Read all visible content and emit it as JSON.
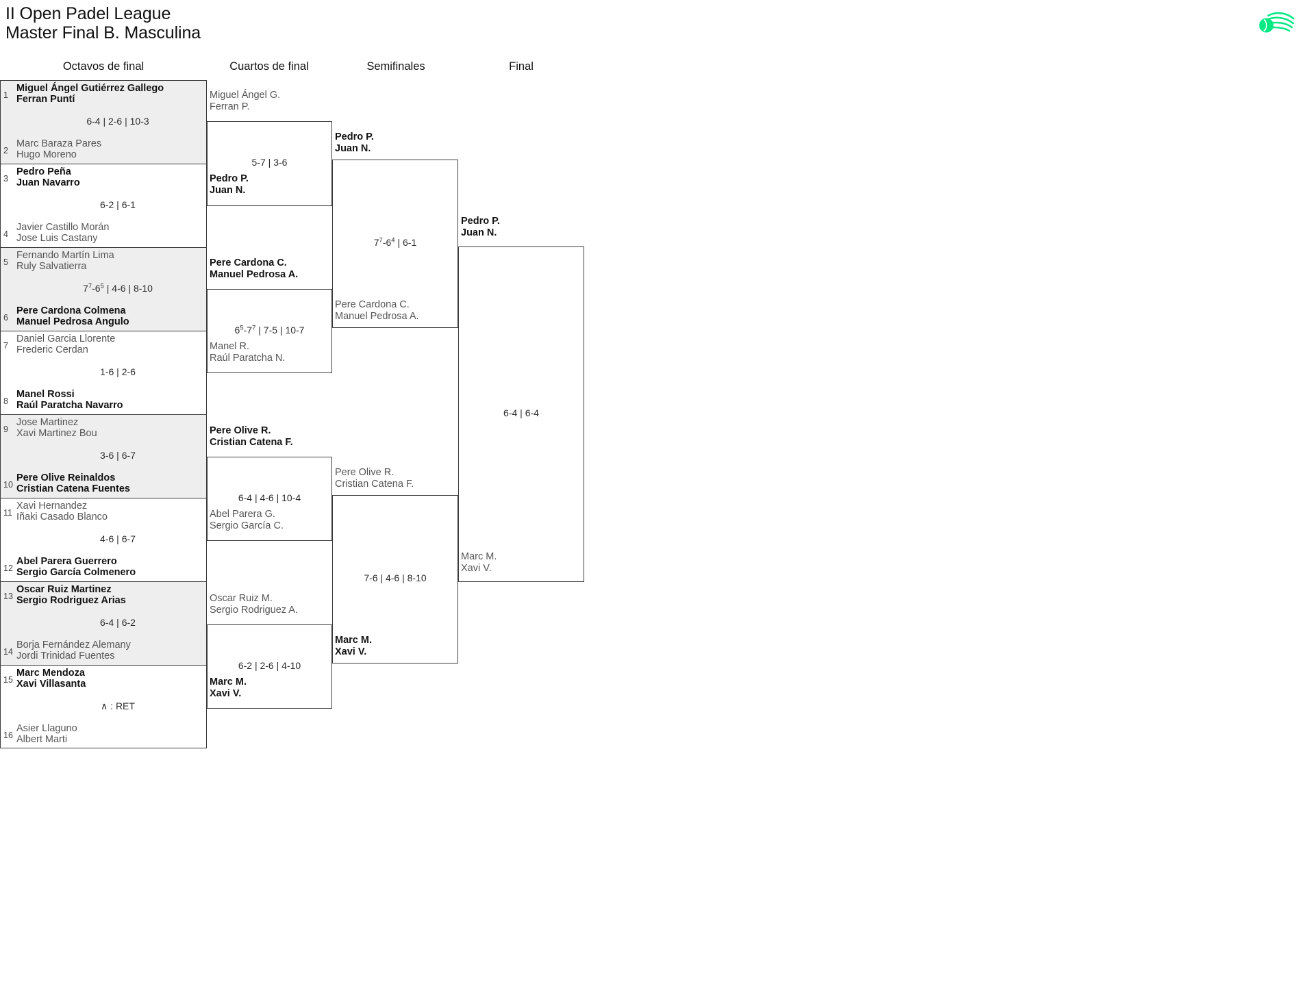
{
  "header": {
    "title_line1": "II Open Padel League",
    "title_line2": "Master Final B. Masculina",
    "logo_name": "padel-ball-logo",
    "logo_color": "#00E983"
  },
  "rounds": [
    {
      "label": "Octavos de final"
    },
    {
      "label": "Cuartos de final"
    },
    {
      "label": "Semifinales"
    },
    {
      "label": "Final"
    }
  ],
  "octavos": [
    {
      "seed_top": "1",
      "seed_bottom": "2",
      "top": {
        "p1": "Miguel Ángel Gutiérrez Gallego",
        "p2": "Ferran Puntí",
        "winner": true
      },
      "bottom": {
        "p1": "Marc Baraza Pares",
        "p2": "Hugo Moreno",
        "winner": false
      },
      "score": "6-4 | 2-6 | 10-3",
      "shaded": true
    },
    {
      "seed_top": "3",
      "seed_bottom": "4",
      "top": {
        "p1": "Pedro Peña",
        "p2": "Juan Navarro",
        "winner": true
      },
      "bottom": {
        "p1": "Javier Castillo Morán",
        "p2": "Jose Luis Castany",
        "winner": false
      },
      "score": "6-2 | 6-1",
      "shaded": false
    },
    {
      "seed_top": "5",
      "seed_bottom": "6",
      "top": {
        "p1": "Fernando Martín Lima",
        "p2": "Ruly Salvatierra",
        "winner": false
      },
      "bottom": {
        "p1": "Pere Cardona Colmena",
        "p2": "Manuel Pedrosa Angulo",
        "winner": true
      },
      "score": "7<sup>7</sup>-6<sup>5</sup> | 4-6 | 8-10",
      "shaded": true
    },
    {
      "seed_top": "7",
      "seed_bottom": "8",
      "top": {
        "p1": "Daniel Garcia Llorente",
        "p2": "Frederic Cerdan",
        "winner": false
      },
      "bottom": {
        "p1": "Manel Rossi",
        "p2": "Raúl Paratcha Navarro",
        "winner": true
      },
      "score": "1-6 | 2-6",
      "shaded": false
    },
    {
      "seed_top": "9",
      "seed_bottom": "10",
      "top": {
        "p1": "Jose Martinez",
        "p2": "Xavi Martinez Bou",
        "winner": false
      },
      "bottom": {
        "p1": "Pere Olive Reinaldos",
        "p2": "Cristian Catena Fuentes",
        "winner": true
      },
      "score": "3-6 | 6-7",
      "shaded": true
    },
    {
      "seed_top": "11",
      "seed_bottom": "12",
      "top": {
        "p1": "Xavi Hernandez",
        "p2": "Iñaki Casado Blanco",
        "winner": false
      },
      "bottom": {
        "p1": "Abel Parera Guerrero",
        "p2": "Sergio García Colmenero",
        "winner": true
      },
      "score": "4-6 | 6-7",
      "shaded": false
    },
    {
      "seed_top": "13",
      "seed_bottom": "14",
      "top": {
        "p1": "Oscar Ruiz Martinez",
        "p2": "Sergio Rodriguez Arias",
        "winner": true
      },
      "bottom": {
        "p1": "Borja Fernández Alemany",
        "p2": "Jordi Trinidad Fuentes",
        "winner": false
      },
      "score": "6-4 | 6-2",
      "shaded": true
    },
    {
      "seed_top": "15",
      "seed_bottom": "16",
      "top": {
        "p1": "Marc Mendoza",
        "p2": "Xavi Villasanta",
        "winner": true
      },
      "bottom": {
        "p1": "Asier Llaguno",
        "p2": "Albert Marti",
        "winner": false
      },
      "score": "∧ : RET",
      "shaded": false
    }
  ],
  "cuartos": [
    {
      "top": {
        "p1": "Miguel Ángel G.",
        "p2": "Ferran P.",
        "winner": false
      },
      "bottom": {
        "p1": "Pedro P.",
        "p2": "Juan N.",
        "winner": true
      },
      "score": "5-7 | 3-6"
    },
    {
      "top": {
        "p1": "Pere Cardona C.",
        "p2": "Manuel Pedrosa A.",
        "winner": true
      },
      "bottom": {
        "p1": "Manel R.",
        "p2": "Raúl Paratcha N.",
        "winner": false
      },
      "score": "6<sup>5</sup>-7<sup>7</sup> | 7-5 | 10-7"
    },
    {
      "top": {
        "p1": "Pere Olive R.",
        "p2": "Cristian Catena F.",
        "winner": true
      },
      "bottom": {
        "p1": "Abel Parera G.",
        "p2": "Sergio García C.",
        "winner": false
      },
      "score": "6-4 | 4-6 | 10-4"
    },
    {
      "top": {
        "p1": "Oscar Ruiz M.",
        "p2": "Sergio Rodriguez A.",
        "winner": false
      },
      "bottom": {
        "p1": "Marc M.",
        "p2": "Xavi V.",
        "winner": true
      },
      "score": "6-2 | 2-6 | 4-10"
    }
  ],
  "semifinales": [
    {
      "top": {
        "p1": "Pedro P.",
        "p2": "Juan N.",
        "winner": true
      },
      "bottom": {
        "p1": "Pere Cardona C.",
        "p2": "Manuel Pedrosa A.",
        "winner": false
      },
      "score": "7<sup>7</sup>-6<sup>4</sup> | 6-1"
    },
    {
      "top": {
        "p1": "Pere Olive R.",
        "p2": "Cristian Catena F.",
        "winner": false
      },
      "bottom": {
        "p1": "Marc M.",
        "p2": "Xavi V.",
        "winner": true
      },
      "score": "7-6 | 4-6 | 8-10"
    }
  ],
  "final": [
    {
      "top": {
        "p1": "Pedro P.",
        "p2": "Juan N.",
        "winner": true
      },
      "bottom": {
        "p1": "Marc M.",
        "p2": "Xavi V.",
        "winner": false
      },
      "score": "6-4 | 6-4"
    }
  ]
}
